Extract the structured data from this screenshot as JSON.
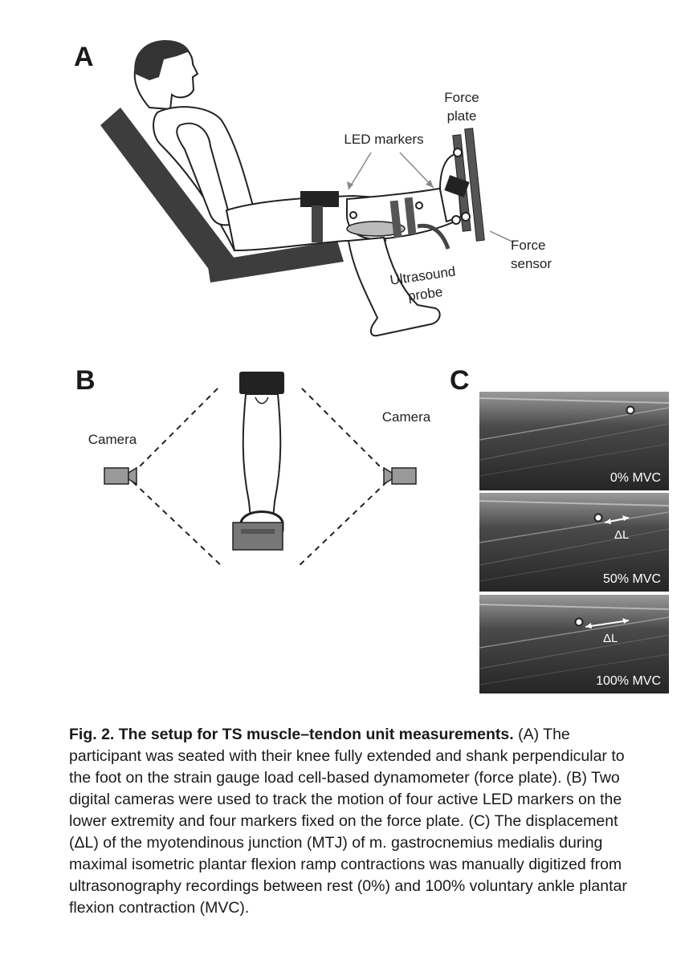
{
  "panels": {
    "a": "A",
    "b": "B",
    "c": "C"
  },
  "panel_a": {
    "force_plate": [
      "Force",
      "plate"
    ],
    "led_markers": "LED markers",
    "force_sensor": [
      "Force",
      "sensor"
    ],
    "ultrasound_probe": [
      "Ultrasound",
      "probe"
    ]
  },
  "panel_b": {
    "camera_left": "Camera",
    "camera_right": "Camera"
  },
  "panel_c": {
    "frames": [
      {
        "mvc": "0% MVC"
      },
      {
        "mvc": "50% MVC",
        "delta": "ΔL"
      },
      {
        "mvc": "100% MVC",
        "delta": "ΔL"
      }
    ]
  },
  "caption": {
    "title": "Fig. 2. The setup for TS muscle–tendon unit measurements.",
    "body": " (A) The participant was seated with their knee fully extended and shank perpendicular to the foot on the strain gauge load cell-based dynamometer (force plate). (B) Two digital cameras were used to track the motion of four active LED markers on the lower extremity and four markers fixed on the force plate. (C) The displacement (ΔL) of the myotendinous junction (MTJ) of m. gastrocnemius medialis during maximal isometric plantar flexion ramp contractions was manually digitized from ultrasonography recordings between rest (0%) and 100% voluntary ankle plantar flexion contraction (MVC)."
  }
}
